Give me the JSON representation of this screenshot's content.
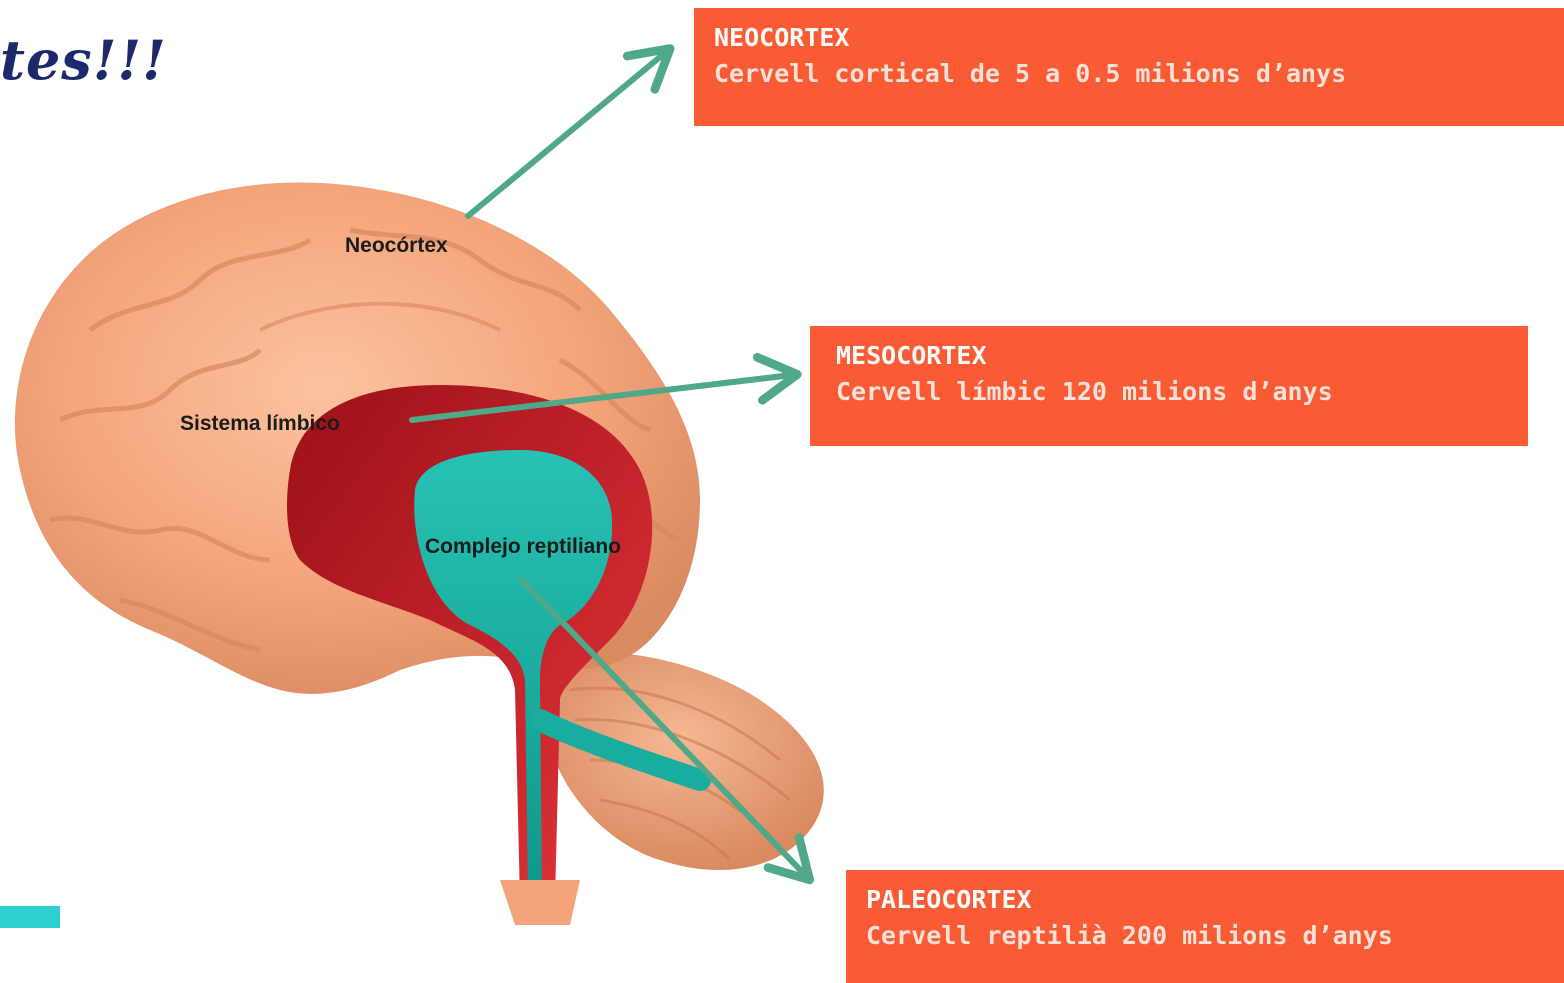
{
  "title_fragment": "tes!!!",
  "colors": {
    "box_fill": "#f95b34",
    "arrow": "#4fa887",
    "accent": "#2ecfcf",
    "brain_cortex": "#f4a47a",
    "limbic": "#d8222b",
    "reptilian": "#19ad9f"
  },
  "brain_labels": {
    "neocortex": "Neocórtex",
    "limbic": "Sistema límbico",
    "reptilian": "Complejo reptiliano"
  },
  "boxes": {
    "neocortex": {
      "heading": "NEOCORTEX",
      "detail": "Cervell cortical de 5 a 0.5 milions d’anys"
    },
    "mesocortex": {
      "heading": "MESOCORTEX",
      "detail": "Cervell límbic  120 milions d’anys"
    },
    "paleocortex": {
      "heading": "PALEOCORTEX",
      "detail": "Cervell reptilià 200 milions d’anys"
    }
  }
}
